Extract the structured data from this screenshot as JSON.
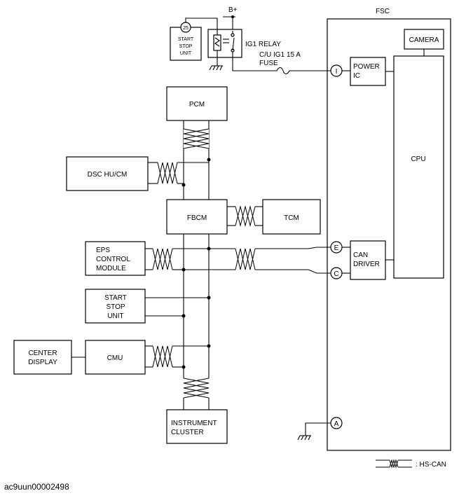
{
  "diagram": {
    "supply_label": "B+",
    "fsc_label": "FSC",
    "camera_label": "CAMERA",
    "power_ic_lines": [
      "POWER",
      "IC"
    ],
    "cpu_label": "CPU",
    "can_driver_lines": [
      "CAN",
      "DRIVER"
    ],
    "start_stop_top_lines": [
      "START",
      "STOP",
      "UNIT"
    ],
    "start_stop_pin": "25",
    "ig1_relay_label": "IG1 RELAY",
    "fuse_lines": [
      "C/U IG1 15 A",
      "FUSE"
    ],
    "pcm_label": "PCM",
    "dsc_label": "DSC HU/CM",
    "fbcm_label": "FBCM",
    "tcm_label": "TCM",
    "eps_lines": [
      "EPS",
      "CONTROL",
      "MODULE"
    ],
    "start_stop_lines": [
      "START",
      "STOP",
      "UNIT"
    ],
    "cmu_label": "CMU",
    "center_display_lines": [
      "CENTER",
      "DISPLAY"
    ],
    "instrument_cluster_lines": [
      "INSTRUMENT",
      "CLUSTER"
    ],
    "terminals": {
      "i": "I",
      "e": "E",
      "c": "C",
      "a": "A"
    },
    "legend_label": ": HS-CAN"
  },
  "footer_id": "ac9uun00002498"
}
